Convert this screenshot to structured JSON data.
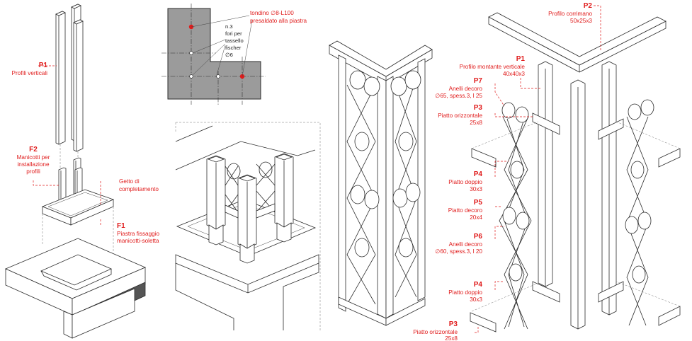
{
  "colors": {
    "label_red": "#e01b1b",
    "line": "#2b2b2b",
    "plate_grey": "#9b9b9b",
    "dark_band": "#555555"
  },
  "labels": {
    "p1_left": {
      "code": "P1",
      "desc": [
        "Profili verticali"
      ]
    },
    "f2": {
      "code": "F2",
      "desc": [
        "Manicotti per",
        "installazione",
        "profili"
      ]
    },
    "getto": {
      "code": "",
      "desc": [
        "Getto di",
        "completamento"
      ]
    },
    "f1": {
      "code": "F1",
      "desc": [
        "Piastra fissaggio",
        "manicotti-soletta"
      ]
    },
    "tondino": {
      "code": "",
      "desc": [
        "tondino ∅8-L100",
        "presaldato alla piastra"
      ]
    },
    "fori": {
      "code": "",
      "desc": [
        "n.3",
        "fori per",
        "tassello",
        "fischer",
        "∅6"
      ]
    },
    "p2": {
      "code": "P2",
      "desc": [
        "Profilo corrimano",
        "50x25x3"
      ]
    },
    "p1_right": {
      "code": "P1",
      "desc": [
        "Profilo montante verticale",
        "40x40x3"
      ]
    },
    "p7": {
      "code": "P7",
      "desc": [
        "Anelli decoro",
        "∅65, spess.3, l 25"
      ]
    },
    "p3_top": {
      "code": "P3",
      "desc": [
        "Piatto orizzontale",
        "25x8"
      ]
    },
    "p4_top": {
      "code": "P4",
      "desc": [
        "Piatto doppio",
        "30x3"
      ]
    },
    "p5": {
      "code": "P5",
      "desc": [
        "Piatto decoro",
        "20x4"
      ]
    },
    "p6": {
      "code": "P6",
      "desc": [
        "Anelli decoro",
        "∅60, spess.3, l 20"
      ]
    },
    "p4_bottom": {
      "code": "P4",
      "desc": [
        "Piatto doppio",
        "30x3"
      ]
    },
    "p3_bottom": {
      "code": "P3",
      "desc": [
        "Piatto orizzontale",
        "25x8"
      ]
    }
  }
}
